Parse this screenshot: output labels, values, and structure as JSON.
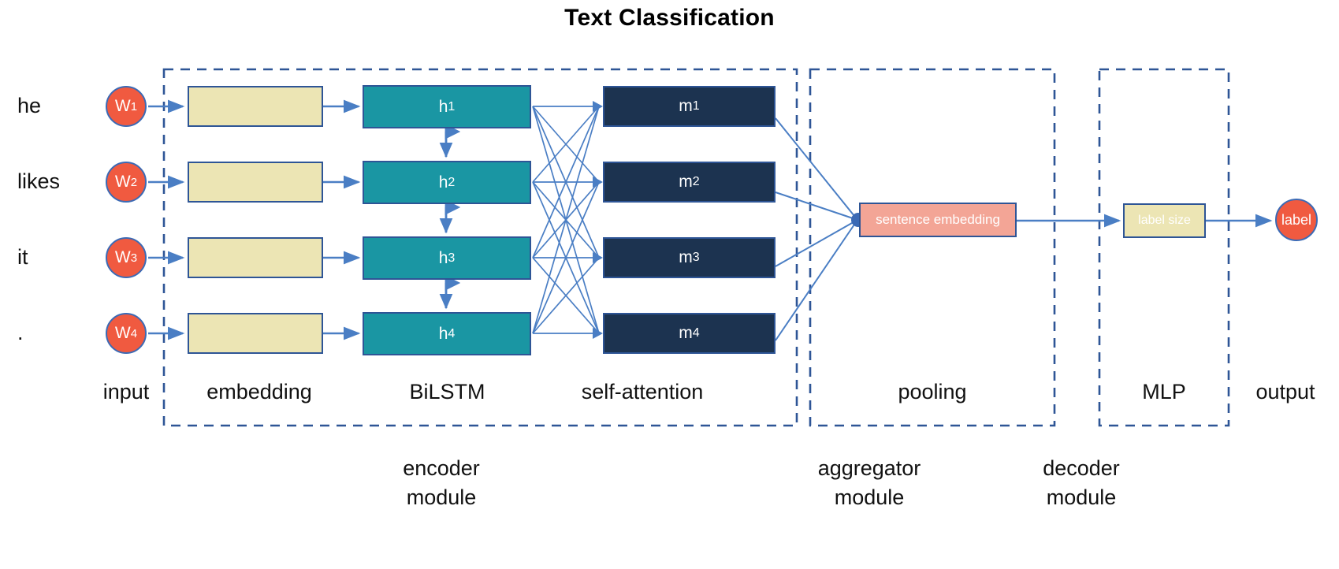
{
  "title": "Text Classification",
  "input_words": [
    {
      "text": "he"
    },
    {
      "text": "likes"
    },
    {
      "text": "it"
    },
    {
      "text": "."
    }
  ],
  "input_nodes": [
    {
      "base": "W",
      "sub": "1"
    },
    {
      "base": "W",
      "sub": "2"
    },
    {
      "base": "W",
      "sub": "3"
    },
    {
      "base": "W",
      "sub": "4"
    }
  ],
  "embedding_boxes": [
    {
      "label": ""
    },
    {
      "label": ""
    },
    {
      "label": ""
    },
    {
      "label": ""
    }
  ],
  "bilstm_states": [
    {
      "base": "h",
      "sub": "1"
    },
    {
      "base": "h",
      "sub": "2"
    },
    {
      "base": "h",
      "sub": "3"
    },
    {
      "base": "h",
      "sub": "4"
    }
  ],
  "attention_states": [
    {
      "base": "m",
      "sub": "1"
    },
    {
      "base": "m",
      "sub": "2"
    },
    {
      "base": "m",
      "sub": "3"
    },
    {
      "base": "m",
      "sub": "4"
    }
  ],
  "pooling": {
    "box_label": "sentence embedding"
  },
  "mlp": {
    "box_label": "label size"
  },
  "output": {
    "node_label": "label"
  },
  "stage_labels": {
    "input": "input",
    "embedding": "embedding",
    "bilstm": "BiLSTM",
    "attention": "self-attention",
    "pooling": "pooling",
    "mlp": "MLP",
    "output": "output"
  },
  "module_labels": {
    "encoder_line1": "encoder",
    "encoder_line2": "module",
    "aggregator_line1": "aggregator",
    "aggregator_line2": "module",
    "decoder_line1": "decoder",
    "decoder_line2": "module"
  },
  "colors": {
    "accent_red": "#f05a40",
    "cream": "#ece5b4",
    "teal": "#1a96a3",
    "navy": "#1c3350",
    "salmon": "#f3a596",
    "border_blue": "#2e5596",
    "arrow_blue": "#4a7ec4",
    "dashed_blue": "#2e5596",
    "text_dark": "#111111"
  }
}
